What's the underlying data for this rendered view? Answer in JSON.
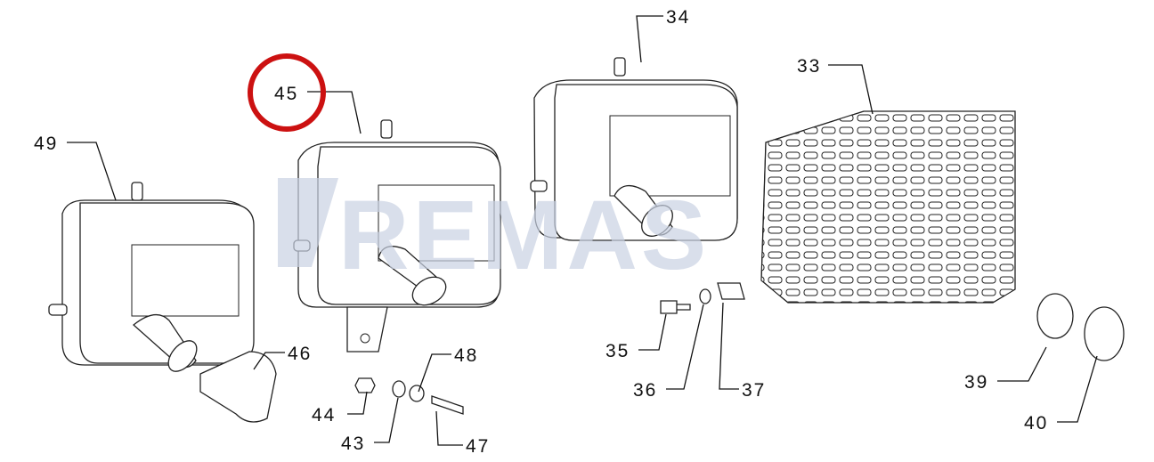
{
  "watermark": "REMAS",
  "callouts": [
    "49",
    "45",
    "34",
    "33",
    "46",
    "48",
    "44",
    "43",
    "47",
    "35",
    "36",
    "37",
    "39",
    "40"
  ],
  "highlight": {
    "callout": "45",
    "color": "#cc1111"
  }
}
